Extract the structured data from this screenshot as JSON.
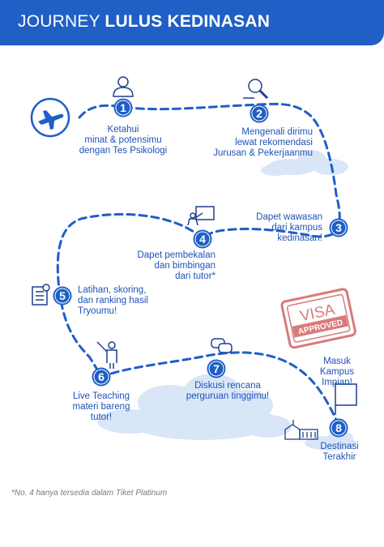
{
  "header": {
    "title_regular": "JOURNEY",
    "title_bold": "LULUS KEDINASAN"
  },
  "colors": {
    "primary": "#1f5fc6",
    "text": "#1f52b8",
    "cloud": "#d9e6f7",
    "visa_stamp": "#d97a7a",
    "footnote": "#7a7a7a"
  },
  "steps": [
    {
      "number": "1",
      "icon": "person-icon",
      "lines": [
        "Ketahui",
        "minat & potensimu",
        "dengan Tes Psikologi"
      ]
    },
    {
      "number": "2",
      "icon": "magnifier-icon",
      "lines": [
        "Mengenali dirimu",
        "lewat rekomendasi",
        "Jurusan & Pekerjaanmu"
      ]
    },
    {
      "number": "3",
      "icon": "",
      "lines": [
        "Dapet wawasan",
        "dari kampus",
        "kedinasan!"
      ]
    },
    {
      "number": "4",
      "icon": "presentation-icon",
      "lines": [
        "Dapet pembekalan",
        "dan bimbingan",
        "dari tutor*"
      ]
    },
    {
      "number": "5",
      "icon": "checklist-icon",
      "lines": [
        "Latihan, skoring,",
        "dan ranking hasil",
        "Tryoumu!"
      ]
    },
    {
      "number": "6",
      "icon": "teacher-icon",
      "lines": [
        "Live Teaching",
        "materi bareng",
        "tutor!"
      ]
    },
    {
      "number": "7",
      "icon": "chat-bubbles-icon",
      "lines": [
        "Diskusi rencana",
        "perguruan tinggimu!"
      ]
    },
    {
      "number": "8",
      "icon": "campus-building-icon",
      "lines": [
        "Destinasi",
        "Terakhir"
      ]
    }
  ],
  "goal_label": [
    "Masuk",
    "Kampus",
    "Impian!"
  ],
  "stamp": {
    "line1": "VISA",
    "line2": "APPROVED"
  },
  "footnote": "*No. 4 hanya tersedia dalam Tiket Platinum"
}
